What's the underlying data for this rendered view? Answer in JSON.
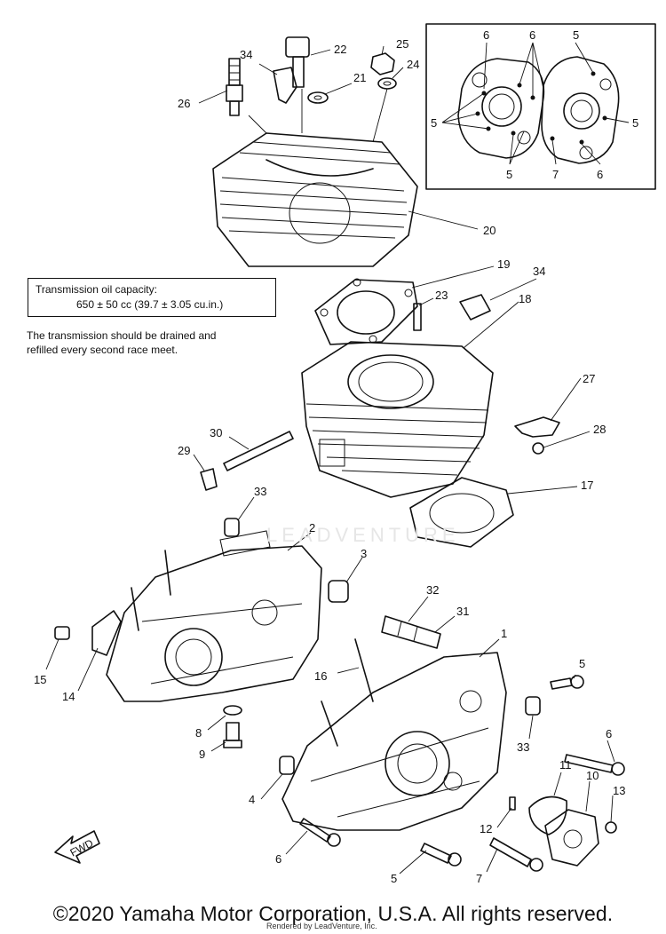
{
  "spec_box": {
    "line1": "Transmission oil capacity:",
    "line2": "650 ± 50 cc (39.7 ± 3.05 cu.in.)"
  },
  "note": {
    "line1": "The transmission should be drained and",
    "line2": "refilled every second race meet."
  },
  "fwd_label": "FWD",
  "watermark": "LEADVENTURE",
  "copyright": "©2020 Yamaha Motor Corporation, U.S.A. All rights reserved.",
  "credit": "Rendered by LeadVenture, Inc.",
  "callouts": [
    {
      "id": "c26",
      "label": "26"
    },
    {
      "id": "c34a",
      "label": "34"
    },
    {
      "id": "c22",
      "label": "22"
    },
    {
      "id": "c25",
      "label": "25"
    },
    {
      "id": "c24",
      "label": "24"
    },
    {
      "id": "c21",
      "label": "21"
    },
    {
      "id": "c20",
      "label": "20"
    },
    {
      "id": "c19",
      "label": "19"
    },
    {
      "id": "c34b",
      "label": "34"
    },
    {
      "id": "c23",
      "label": "23"
    },
    {
      "id": "c18",
      "label": "18"
    },
    {
      "id": "c27",
      "label": "27"
    },
    {
      "id": "c28",
      "label": "28"
    },
    {
      "id": "c17",
      "label": "17"
    },
    {
      "id": "c30",
      "label": "30"
    },
    {
      "id": "c29",
      "label": "29"
    },
    {
      "id": "c33a",
      "label": "33"
    },
    {
      "id": "c2",
      "label": "2"
    },
    {
      "id": "c3",
      "label": "3"
    },
    {
      "id": "c32",
      "label": "32"
    },
    {
      "id": "c31",
      "label": "31"
    },
    {
      "id": "c1",
      "label": "1"
    },
    {
      "id": "c15",
      "label": "15"
    },
    {
      "id": "c14",
      "label": "14"
    },
    {
      "id": "c16",
      "label": "16"
    },
    {
      "id": "c5a",
      "label": "5"
    },
    {
      "id": "c8",
      "label": "8"
    },
    {
      "id": "c9",
      "label": "9"
    },
    {
      "id": "c33b",
      "label": "33"
    },
    {
      "id": "c6a",
      "label": "6"
    },
    {
      "id": "c11",
      "label": "11"
    },
    {
      "id": "c10",
      "label": "10"
    },
    {
      "id": "c13",
      "label": "13"
    },
    {
      "id": "c4",
      "label": "4"
    },
    {
      "id": "c12",
      "label": "12"
    },
    {
      "id": "c6b",
      "label": "6"
    },
    {
      "id": "c5b",
      "label": "5"
    },
    {
      "id": "c7",
      "label": "7"
    }
  ],
  "inset_callouts": [
    {
      "id": "i6a",
      "label": "6"
    },
    {
      "id": "i6b",
      "label": "6"
    },
    {
      "id": "i5a",
      "label": "5"
    },
    {
      "id": "i5b",
      "label": "5"
    },
    {
      "id": "i5c",
      "label": "5"
    },
    {
      "id": "i5d",
      "label": "5"
    },
    {
      "id": "i7",
      "label": "7"
    },
    {
      "id": "i6c",
      "label": "6"
    },
    {
      "id": "i5e",
      "label": "5"
    }
  ]
}
